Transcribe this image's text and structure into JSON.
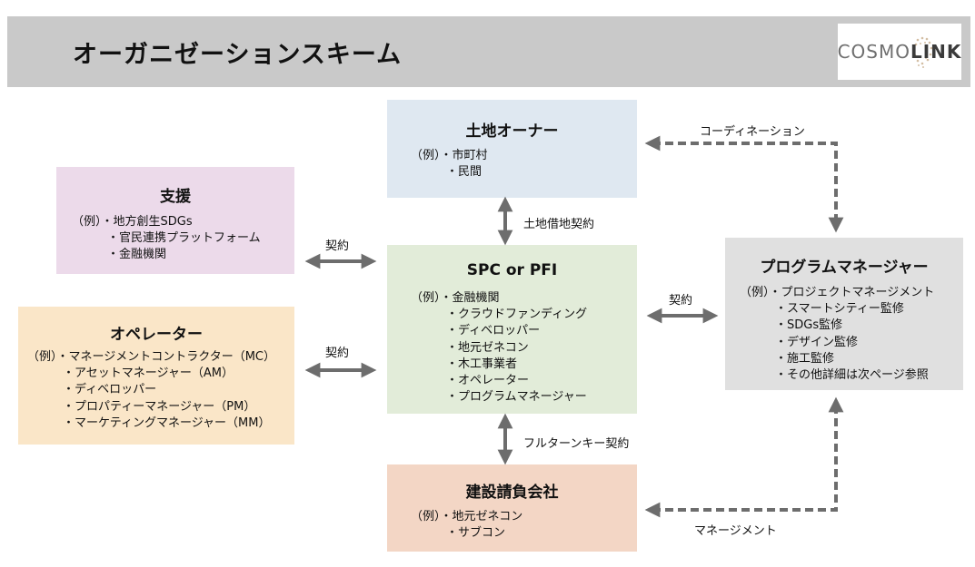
{
  "header": {
    "title": "オーガニゼーションスキーム",
    "logo": {
      "part1": "COSMO",
      "part2": "LINK"
    }
  },
  "boxes": {
    "owner": {
      "title": "土地オーナー",
      "body": "（例）・市町村\n　　　・民間"
    },
    "support": {
      "title": "支援",
      "body": "（例）・地方創生SDGs\n　　　・官民連携プラットフォーム\n　　　・金融機関"
    },
    "operator": {
      "title": "オペレーター",
      "body": "（例）・マネージメントコントラクター（MC）\n　　　・アセットマネージャー（AM）\n　　　・ディベロッパー\n　　　・プロパティーマネージャー（PM）\n　　　・マーケティングマネージャー（MM）"
    },
    "spc": {
      "title": "SPC or PFI",
      "body": "（例）・金融機関\n　　　・クラウドファンディング\n　　　・ディベロッパー\n　　　・地元ゼネコン\n　　　・木工事業者\n　　　・オペレーター\n　　　・プログラムマネージャー"
    },
    "pm": {
      "title": "プログラムマネージャー",
      "body": "（例）・プロジェクトマネージメント\n　　　・スマートシティー監修\n　　　・SDGs監修\n　　　・デザイン監修\n　　　・施工監修\n　　　・その他詳細は次ページ参照"
    },
    "builder": {
      "title": "建設請負会社",
      "body": "（例）・地元ゼネコン\n　　　・サブコン"
    }
  },
  "labels": {
    "coordination": "コーディネーション",
    "land_lease": "土地借地契約",
    "contract_support": "契約",
    "contract_operator": "契約",
    "contract_pm": "契約",
    "turnkey": "フルターンキー契約",
    "management": "マネージメント"
  },
  "colors": {
    "header_bg": "#c9c9c9",
    "owner_bg": "#dfe8f1",
    "support_bg": "#ecdaea",
    "operator_bg": "#fae6c8",
    "spc_bg": "#e2ecd9",
    "pm_bg": "#e0e0e0",
    "builder_bg": "#f3d6c5",
    "arrow": "#6d6d6d"
  }
}
